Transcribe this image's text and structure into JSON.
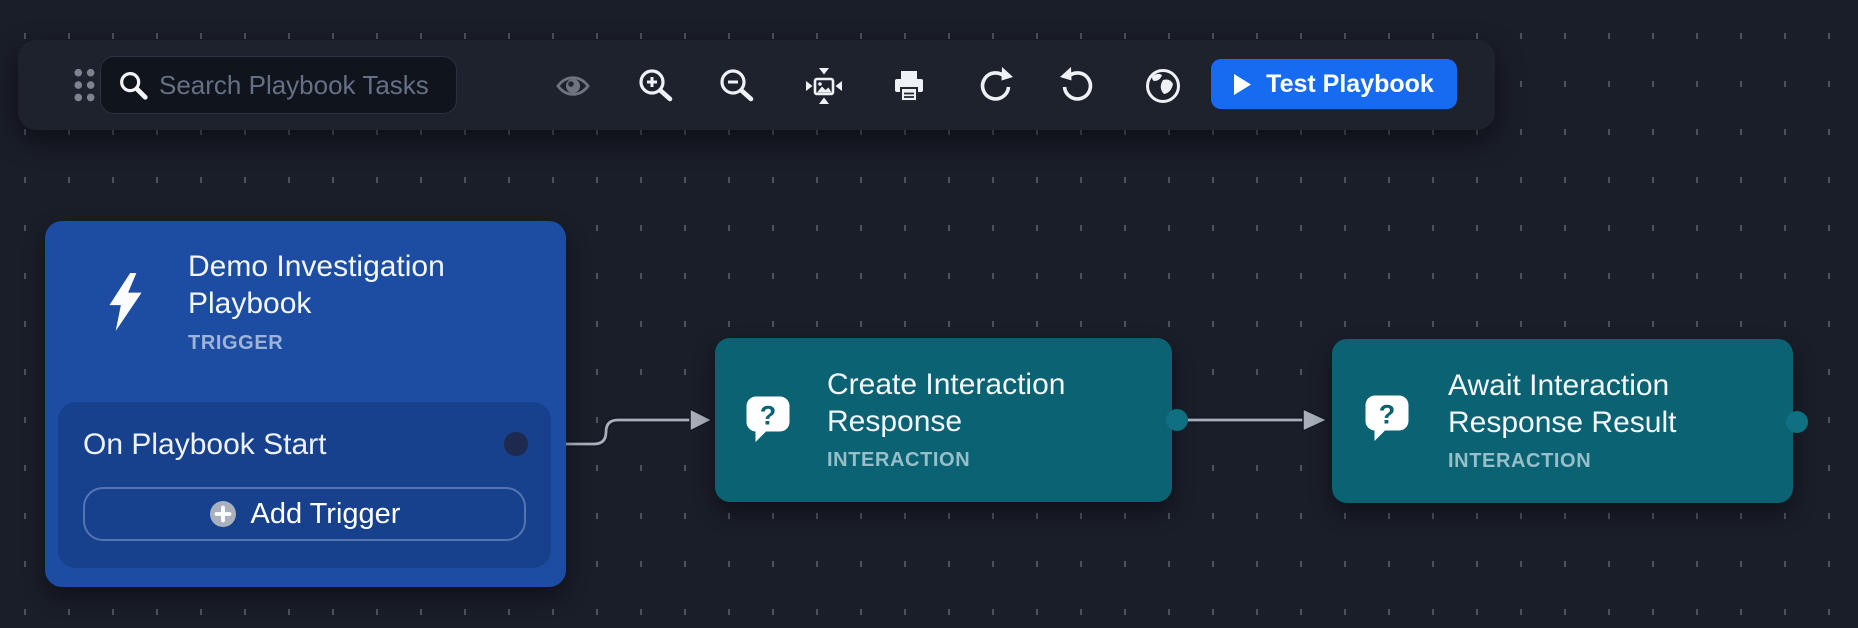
{
  "toolbar": {
    "search_placeholder": "Search Playbook Tasks",
    "test_button_label": "Test Playbook",
    "icon_names": [
      "drag-handle",
      "search",
      "visibility",
      "zoom-in",
      "zoom-out",
      "fit-to-screen",
      "print",
      "redo",
      "undo",
      "globe",
      "play"
    ]
  },
  "glyphs": {
    "question_mark": "?"
  },
  "nodes": {
    "trigger": {
      "title": "Demo Investigation Playbook",
      "type_label": "TRIGGER",
      "row_label": "On Playbook Start",
      "add_button_label": "Add Trigger",
      "icon": "lightning-icon"
    },
    "create_interaction": {
      "title": "Create Interaction Response",
      "type_label": "INTERACTION",
      "icon": "question-bubble-icon"
    },
    "await_interaction": {
      "title": "Await Interaction Response Result",
      "type_label": "INTERACTION",
      "icon": "question-bubble-icon"
    }
  },
  "connections": [
    {
      "from": "trigger:On Playbook Start",
      "to": "create_interaction"
    },
    {
      "from": "create_interaction",
      "to": "await_interaction"
    }
  ],
  "colors": {
    "canvas_bg": "#1a1e29",
    "toolbar_bg": "#1e222c",
    "accent_blue": "#176bf0",
    "trigger_node": "#1d4da2",
    "trigger_inner_panel": "#17418d",
    "trigger_type_label": "#9fb3d6",
    "interaction_node": "#0b6273",
    "interaction_type_label": "#97bfc9",
    "connector": "#a8afbb",
    "trigger_port": "#1d2a4e",
    "interaction_port": "#0f7081"
  }
}
